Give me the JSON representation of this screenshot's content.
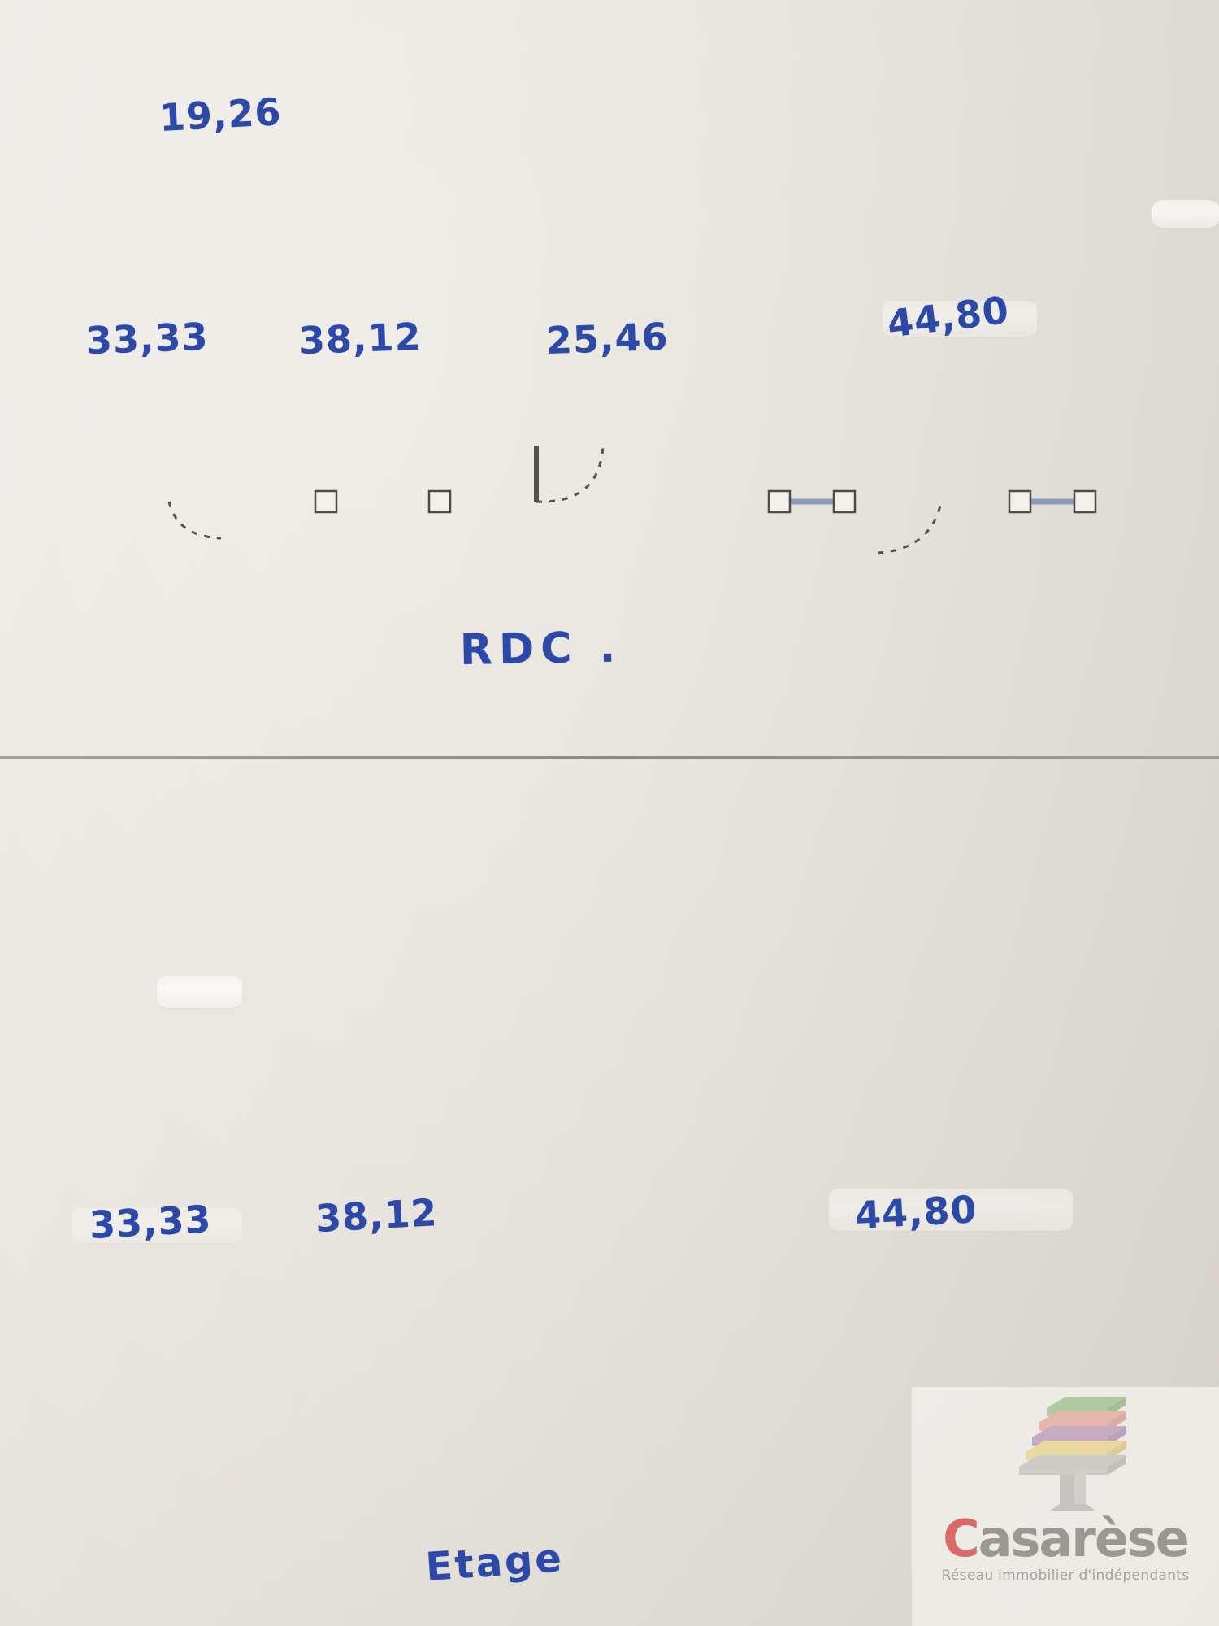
{
  "document": {
    "type": "hand-annotated-floorplan-photo",
    "paper_color": "#e6e2dc",
    "ink_color": "#2d49a8",
    "wall_color": "#6b6862"
  },
  "floors": [
    {
      "id": "rdc",
      "label": "RDC .",
      "rooms": [
        {
          "name": "room-upper-annex",
          "area": "19,26"
        },
        {
          "name": "room-left",
          "area": "33,33"
        },
        {
          "name": "room-second",
          "area": "38,12"
        },
        {
          "name": "room-third",
          "area": "25,46"
        },
        {
          "name": "room-right",
          "area": "44,80"
        }
      ]
    },
    {
      "id": "etage",
      "label": "Etage",
      "rooms": [
        {
          "name": "room-upper-annex",
          "area": ""
        },
        {
          "name": "room-left",
          "area": "33,33"
        },
        {
          "name": "room-second",
          "area": "38,12"
        },
        {
          "name": "room-right",
          "area": "44,80"
        }
      ]
    }
  ],
  "logo": {
    "brand_prefix": "C",
    "brand_rest": "asarèse",
    "tagline": "Réseau immobilier d'indépendants",
    "colors": {
      "accent_red": "#d96a6a",
      "text_gray": "#9b9892",
      "roof_green": "#7fb069",
      "roof_salmon": "#e08b7d",
      "roof_purple": "#a878a8",
      "roof_yellow": "#e8c96a",
      "base_gray": "#b5b2ac"
    }
  }
}
